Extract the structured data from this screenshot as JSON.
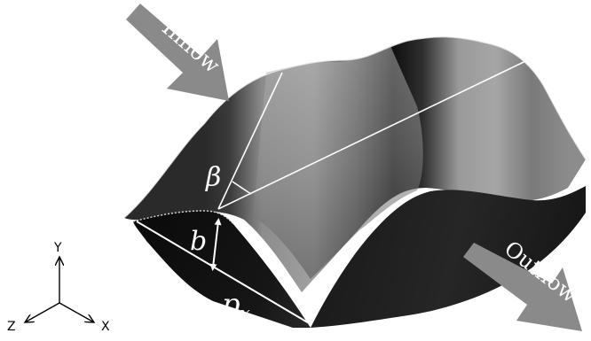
{
  "arrows": {
    "inflow_label": "Inflow",
    "outflow_label": "Outflow"
  },
  "symbols": {
    "beta": "β",
    "b": "b",
    "p": "p",
    "p_subscript": "x"
  },
  "axes": {
    "y": "Y",
    "z": "Z",
    "x": "X"
  },
  "colors": {
    "arrow": "#8a8a8a",
    "surface_light": "#9c9c9c",
    "surface_dark": "#141414",
    "guide_line": "#ffffff",
    "axis": "#000000"
  }
}
